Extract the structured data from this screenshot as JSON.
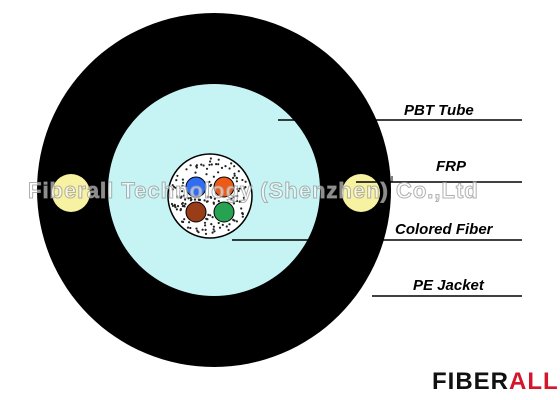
{
  "labels": {
    "pbt_tube": "PBT Tube",
    "frp": "FRP",
    "colored_fiber": "Colored Fiber",
    "pe_jacket": "PE Jacket"
  },
  "watermark": "Fiberall Technology (Shenzhen) Co.,Ltd",
  "logo": {
    "part1": "FIBER",
    "part2": "ALL"
  },
  "colors": {
    "jacket": "#000000",
    "tube": "#c6f4f4",
    "frp": "#f7f1a2",
    "core_fill": "#ffffff",
    "fiber_blue": "#2f6ef2",
    "fiber_orange": "#ee5a16",
    "fiber_brown": "#983d18",
    "fiber_green": "#27a253",
    "logo_accent": "#d4152a"
  }
}
